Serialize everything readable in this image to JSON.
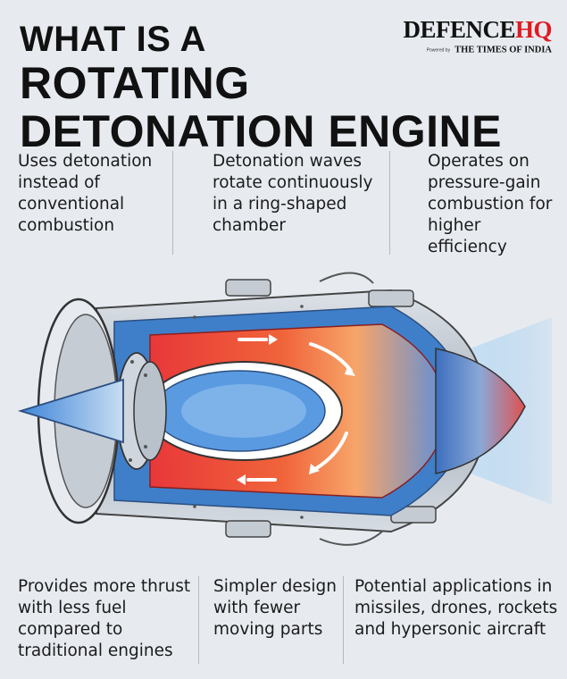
{
  "title": {
    "line1": "WHAT IS A",
    "line2": "ROTATING",
    "line3": "DETONATION ENGINE"
  },
  "brand": {
    "name_part1": "DEFENCE",
    "name_part2": "HQ",
    "powered_by": "Powered by",
    "publisher": "THE TIMES OF INDIA",
    "accent_color": "#e01a22"
  },
  "facts_top": [
    "Uses detonation instead of conventional combustion",
    "Detonation waves rotate continuously in a ring-shaped chamber",
    "Operates on pressure-gain combustion for higher efficiency"
  ],
  "facts_bottom": [
    "Provides more thrust with less fuel compared to traditional engines",
    "Simpler design with fewer moving parts",
    "Potential applications in missiles, drones, rockets and hypersonic aircraft"
  ],
  "illustration": {
    "icon": "rotating-detonation-engine-cutaway-icon"
  }
}
